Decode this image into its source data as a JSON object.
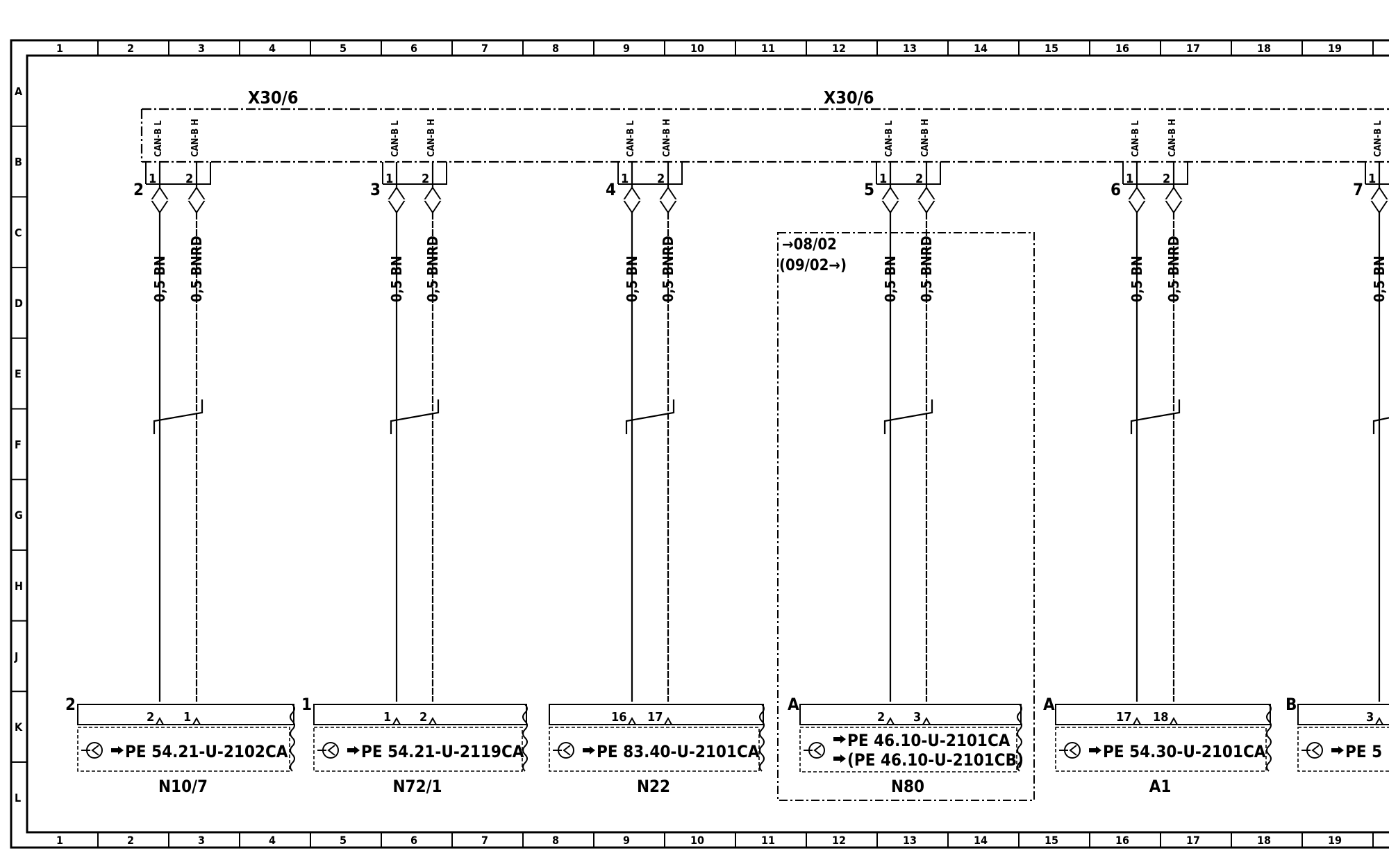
{
  "grid": {
    "columns": [
      "1",
      "2",
      "3",
      "4",
      "5",
      "6",
      "7",
      "8",
      "9",
      "10",
      "11",
      "12",
      "13",
      "14",
      "15",
      "16",
      "17",
      "18",
      "19"
    ],
    "rows": [
      "A",
      "B",
      "C",
      "D",
      "E",
      "F",
      "G",
      "H",
      "J",
      "K",
      "L"
    ]
  },
  "bus": {
    "labels": [
      "X30/6",
      "X30/6"
    ],
    "pin_label_low": "CAN-B L",
    "pin_label_high": "CAN-B H"
  },
  "connectors": [
    {
      "number": "2",
      "pin_left": "1",
      "pin_right": "2",
      "wire_left": "0,5 BN",
      "wire_right": "0,5 BNRD"
    },
    {
      "number": "3",
      "pin_left": "1",
      "pin_right": "2",
      "wire_left": "0,5 BN",
      "wire_right": "0,5 BNRD"
    },
    {
      "number": "4",
      "pin_left": "1",
      "pin_right": "2",
      "wire_left": "0,5 BN",
      "wire_right": "0,5 BNRD"
    },
    {
      "number": "5",
      "pin_left": "1",
      "pin_right": "2",
      "wire_left": "0,5 BN",
      "wire_right": "0,5 BNRD"
    },
    {
      "number": "6",
      "pin_left": "1",
      "pin_right": "2",
      "wire_left": "0,5 BN",
      "wire_right": "0,5 BNRD"
    },
    {
      "number": "7",
      "pin_left": "1",
      "pin_right": "",
      "wire_left": "0,5 BN",
      "wire_right": ""
    }
  ],
  "validity": {
    "line1": "→08/02",
    "line2": "(09/02→)"
  },
  "components": [
    {
      "connector": "2",
      "pin_left": "2",
      "pin_right": "1",
      "refs": [
        "PE  54.21-U-2102CA"
      ],
      "name": "N10/7"
    },
    {
      "connector": "1",
      "pin_left": "1",
      "pin_right": "2",
      "refs": [
        "PE  54.21-U-2119CA"
      ],
      "name": "N72/1"
    },
    {
      "connector": "",
      "pin_left": "16",
      "pin_right": "17",
      "refs": [
        "PE  83.40-U-2101CA"
      ],
      "name": "N22"
    },
    {
      "connector": "A",
      "pin_left": "2",
      "pin_right": "3",
      "refs": [
        "PE  46.10-U-2101CA",
        "(PE  46.10-U-2101CB)"
      ],
      "name": "N80"
    },
    {
      "connector": "A",
      "pin_left": "17",
      "pin_right": "18",
      "refs": [
        "PE  54.30-U-2101CA"
      ],
      "name": "A1"
    },
    {
      "connector": "B",
      "pin_left": "3",
      "pin_right": "",
      "refs": [
        "PE  5"
      ],
      "name": ""
    }
  ],
  "icons": [
    "ground-symbol-icon",
    "finger-pointer-icon",
    "wire-break-icon",
    "connector-pin-icon"
  ]
}
